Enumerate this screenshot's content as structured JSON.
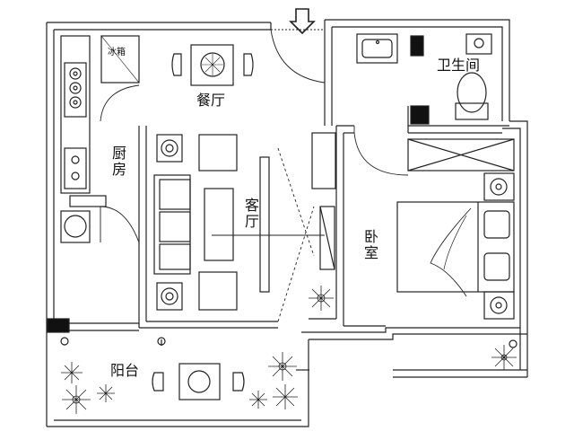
{
  "rooms": {
    "dining": "餐厅",
    "kitchen": "厨房",
    "living": "客厅",
    "bedroom": "卧室",
    "bathroom": "卫生间",
    "balcony": "阳台"
  },
  "appliances": {
    "fridge": "冰箱"
  },
  "icons": {
    "entrance": "entrance-arrow-icon"
  }
}
